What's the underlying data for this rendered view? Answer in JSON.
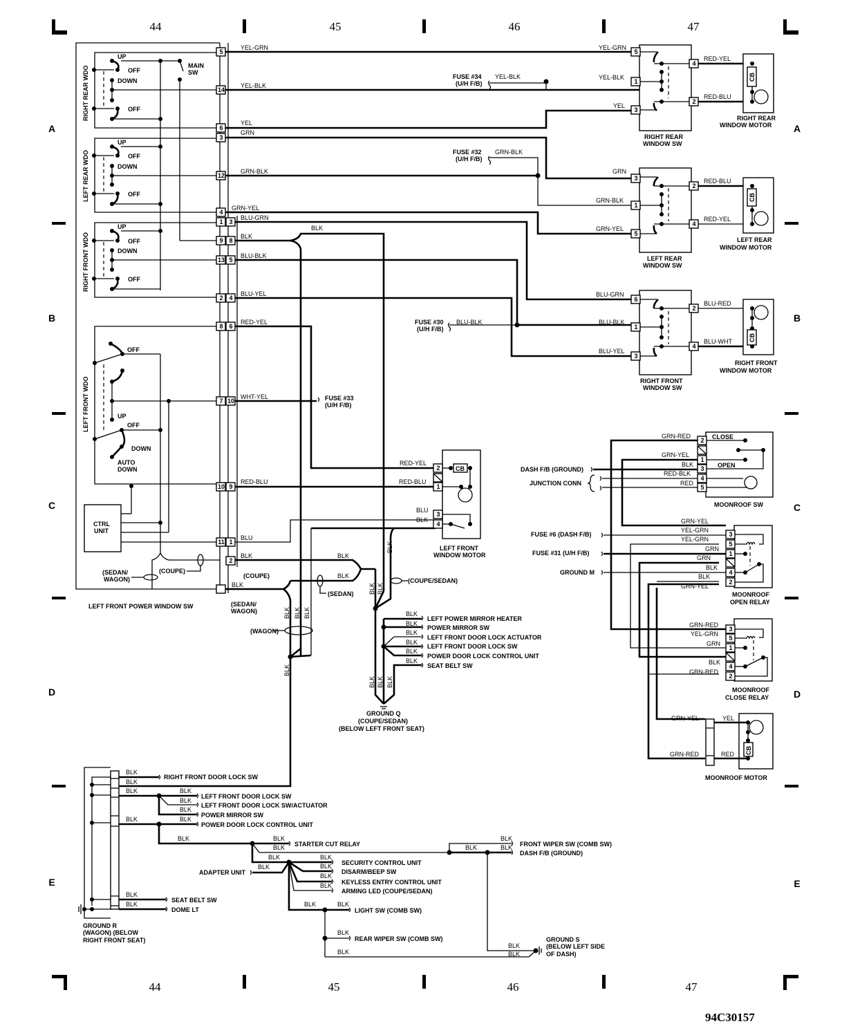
{
  "figure_id": "94C30157",
  "grid": {
    "columns": [
      "44",
      "45",
      "46",
      "47"
    ],
    "rows_left": [
      "A",
      "B",
      "C",
      "D",
      "E"
    ],
    "rows_right": [
      "A",
      "B",
      "C",
      "D",
      "E"
    ]
  },
  "master_switch": {
    "title": "LEFT FRONT POWER WINDOW SW",
    "sections": {
      "right_rear": "RIGHT REAR WDO",
      "left_rear": "LEFT REAR WDO",
      "right_front": "RIGHT FRONT WDO",
      "left_front": "LEFT FRONT WDO"
    },
    "positions": {
      "up": "UP",
      "off": "OFF",
      "down": "DOWN",
      "auto": "AUTO",
      "auto_down": "DOWN"
    },
    "main_sw": [
      "MAIN",
      "SW"
    ],
    "ctrl_unit": [
      "CTRL",
      "UNIT"
    ],
    "variants": {
      "sedan_wagon": [
        "(SEDAN/",
        "WAGON)"
      ],
      "coupe": "(COUPE)",
      "coupe2": "(COUPE)",
      "sedan_wagon2": [
        "(SEDAN/",
        "WAGON)"
      ]
    }
  },
  "connector_pins": {
    "left": [
      "5",
      "14",
      "6",
      "3",
      "12",
      "4",
      "1",
      "9",
      "13",
      "2",
      "8",
      "7",
      "10",
      "11"
    ],
    "right": [
      "3",
      "8",
      "5",
      "4",
      "6",
      "10",
      "9",
      "1",
      "2"
    ]
  },
  "wires_main": [
    {
      "color": "YEL-GRN"
    },
    {
      "color": "YEL-BLK"
    },
    {
      "color": "YEL"
    },
    {
      "color": "GRN"
    },
    {
      "color": "GRN-BLK"
    },
    {
      "color": "GRN-YEL"
    },
    {
      "color": "BLU-GRN"
    },
    {
      "color": "BLK"
    },
    {
      "color": "BLU-BLK"
    },
    {
      "color": "BLU-YEL"
    },
    {
      "color": "RED-YEL"
    },
    {
      "color": "WHT-YEL"
    },
    {
      "color": "RED-BLU"
    },
    {
      "color": "BLU"
    },
    {
      "color": "BLK"
    },
    {
      "color": "BLK"
    },
    {
      "color": "BLK"
    }
  ],
  "fuses": {
    "f34": [
      "FUSE #34",
      "(U/H F/B)"
    ],
    "f32": [
      "FUSE #32",
      "(U/H F/B)"
    ],
    "f30": [
      "FUSE #30",
      "(U/H F/B)"
    ],
    "f33": [
      "FUSE #33",
      "(U/H F/B)"
    ],
    "f6": "FUSE #6 (DASH F/B)",
    "f31": "FUSE #31 (U/H F/B)"
  },
  "right_rear_sw": {
    "title": [
      "RIGHT REAR",
      "WINDOW SW"
    ],
    "in_wires": [
      "YEL-GRN",
      "YEL-BLK",
      "YEL"
    ],
    "in_pins": [
      "5",
      "1",
      "3"
    ],
    "out_pins": [
      "4",
      "2"
    ],
    "out_wires": [
      "RED-YEL",
      "RED-BLU"
    ],
    "fuse_wire": "YEL-BLK"
  },
  "right_rear_motor": {
    "title": [
      "RIGHT REAR",
      "WINDOW MOTOR"
    ],
    "cb": "CB"
  },
  "left_rear_sw": {
    "title": [
      "LEFT REAR",
      "WINDOW SW"
    ],
    "in_wires": [
      "GRN",
      "GRN-BLK",
      "GRN-YEL"
    ],
    "in_pins": [
      "3",
      "1",
      "5"
    ],
    "out_pins": [
      "2",
      "4"
    ],
    "out_wires": [
      "RED-BLU",
      "RED-YEL"
    ],
    "fuse_wire": "GRN-BLK"
  },
  "left_rear_motor": {
    "title": [
      "LEFT REAR",
      "WINDOW MOTOR"
    ],
    "cb": "CB"
  },
  "right_front_sw": {
    "title": [
      "RIGHT FRONT",
      "WINDOW SW"
    ],
    "in_wires": [
      "BLU-GRN",
      "BLU-BLK",
      "BLU-YEL"
    ],
    "in_pins": [
      "6",
      "1",
      "3"
    ],
    "out_pins": [
      "2",
      "4"
    ],
    "out_wires": [
      "BLU-RED",
      "BLU-WHT"
    ],
    "fuse_wire": "BLU-BLK"
  },
  "right_front_motor": {
    "title": [
      "RIGHT FRONT",
      "WINDOW MOTOR"
    ],
    "cb": "CB"
  },
  "left_front_motor": {
    "title": [
      "LEFT FRONT",
      "WINDOW MOTOR"
    ],
    "cb": "CB",
    "wires": [
      "RED-YEL",
      "RED-BLU",
      "BLU",
      "BLK"
    ],
    "pins": [
      "2",
      "1",
      "3",
      "4"
    ]
  },
  "moonroof_sw": {
    "title": "MOONROOF SW",
    "close": "CLOSE",
    "open": "OPEN",
    "wires": [
      "GRN-RED",
      "GRN-YEL",
      "BLK",
      "RED-BLK",
      "RED"
    ],
    "pins": [
      "2",
      "1",
      "3",
      "4",
      "5"
    ],
    "dash_ground": "DASH F/B (GROUND)",
    "junction": "JUNCTION CONN"
  },
  "moonroof_open_relay": {
    "title": [
      "MOONROOF",
      "OPEN RELAY"
    ],
    "wires": [
      "GRN-YEL",
      "YEL-GRN",
      "YEL-GRN",
      "GRN",
      "GRN",
      "BLK",
      "BLK",
      "GRN-YEL"
    ],
    "pins": [
      "3",
      "5",
      "1",
      "4",
      "2"
    ],
    "ground": "GROUND M"
  },
  "moonroof_close_relay": {
    "title": [
      "MOONROOF",
      "CLOSE RELAY"
    ],
    "wires": [
      "GRN-RED",
      "YEL-GRN",
      "GRN",
      "BLK",
      "GRN-RED"
    ],
    "pins": [
      "3",
      "5",
      "1",
      "4",
      "2"
    ]
  },
  "moonroof_motor": {
    "title": "MOONROOF MOTOR",
    "wires": [
      "GRN-YEL",
      "YEL",
      "GRN-RED",
      "RED"
    ],
    "cb": "CB"
  },
  "ground_q": {
    "title": [
      "GROUND Q",
      "(COUPE/SEDAN)",
      "(BELOW LEFT FRONT SEAT)"
    ],
    "coupe_sedan": "(COUPE/SEDAN)",
    "sedan": "(SEDAN)",
    "wagon": "(WAGON)",
    "blk": "BLK",
    "loads": [
      "LEFT POWER MIRROR HEATER",
      "POWER MIRROR SW",
      "LEFT FRONT DOOR LOCK ACTUATOR",
      "LEFT FRONT DOOR LOCK SW",
      "POWER DOOR LOCK CONTROL UNIT",
      "SEAT BELT SW"
    ]
  },
  "ground_r": {
    "title": [
      "GROUND R",
      "(WAGON) (BELOW",
      "RIGHT FRONT SEAT)"
    ],
    "blk": "BLK",
    "loads_top": [
      "RIGHT FRONT DOOR LOCK SW",
      "LEFT FRONT DOOR LOCK SW",
      "LEFT FRONT DOOR LOCK SW/ACTUATOR",
      "POWER MIRROR SW",
      "POWER DOOR LOCK CONTROL UNIT"
    ],
    "loads_bottom": [
      "SEAT BELT SW",
      "DOME LT"
    ]
  },
  "ground_s": {
    "title": [
      "GROUND S",
      "(BELOW LEFT SIDE",
      "OF DASH)"
    ],
    "blk": "BLK",
    "adapter": "ADAPTER UNIT",
    "loads": [
      "STARTER CUT RELAY",
      "SECURITY CONTROL UNIT",
      "DISARM/BEEP SW",
      "KEYLESS ENTRY CONTROL UNIT",
      "ARMING LED (COUPE/SEDAN)",
      "LIGHT SW (COMB SW)",
      "REAR WIPER SW (COMB SW)",
      "FRONT WIPER SW (COMB SW)",
      "DASH F/B (GROUND)"
    ]
  }
}
